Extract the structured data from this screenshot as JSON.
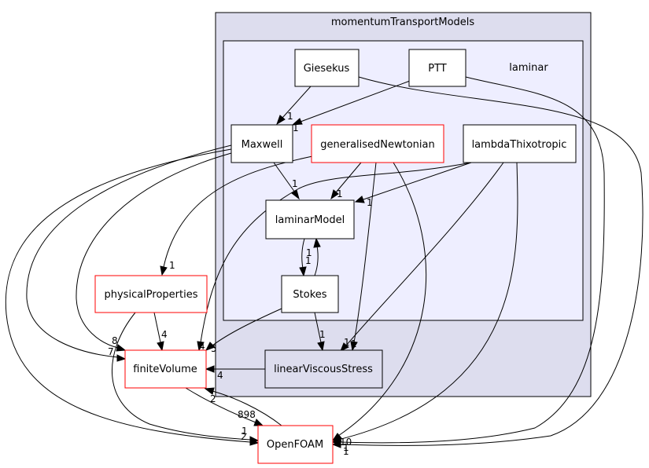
{
  "colors": {
    "outer_cluster_fill": "#ddddee",
    "inner_cluster_fill": "#eeeeff",
    "node_border_default": "#000000",
    "node_border_external": "#ff0000",
    "edge": "#000000"
  },
  "clusters": {
    "outer": "momentumTransportModels",
    "inner": "laminar"
  },
  "nodes": {
    "giesekus": "Giesekus",
    "ptt": "PTT",
    "maxwell": "Maxwell",
    "generalised_newtonian": "generalisedNewtonian",
    "lambda_thixotropic": "lambdaThixotropic",
    "laminar_model": "laminarModel",
    "stokes": "Stokes",
    "physical_properties": "physicalProperties",
    "finite_volume": "finiteVolume",
    "linear_viscous_stress": "linearViscousStress",
    "openfoam": "OpenFOAM"
  },
  "edge_labels": {
    "giesekus_maxwell": "1",
    "ptt_maxwell": "1",
    "maxwell_laminar_model": "1",
    "gn_laminar_model": "1",
    "lt_laminar_model": "1",
    "laminar_model_stokes": "1",
    "stokes_laminar_model": "1",
    "gn_physical_properties": "1",
    "stokes_linear_viscous_stress": "1",
    "gn_linear_viscous_stress": "1",
    "lt_linear_viscous_stress": "1",
    "physical_properties_finite_volume": "4",
    "gn_finite_volume": "4",
    "stokes_finite_volume": "5",
    "maxwell_finite_volume_a": "8",
    "maxwell_finite_volume_b": "7",
    "linear_viscous_stress_finite_volume": "4",
    "finite_volume_openfoam": "2",
    "openfoam_finite_volume": "898",
    "physical_properties_openfoam": "1",
    "maxwell_openfoam": "2",
    "openfoam_right_a": "10",
    "openfoam_right_b": "1",
    "openfoam_right_c": "1"
  }
}
